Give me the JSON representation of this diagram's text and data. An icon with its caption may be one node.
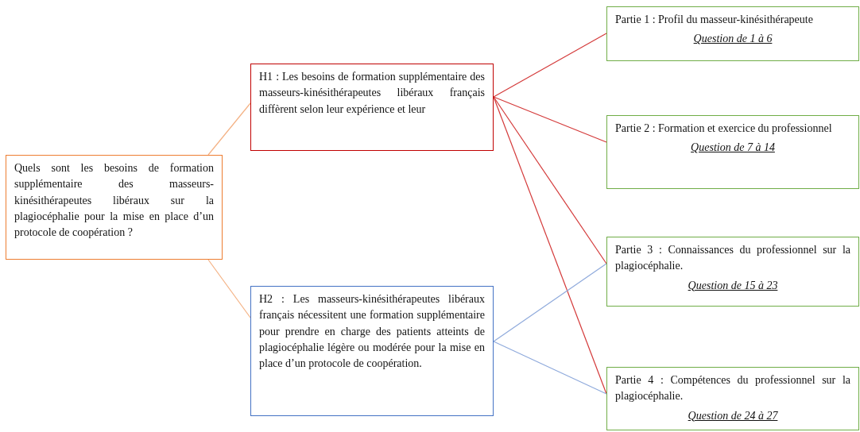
{
  "diagram": {
    "nodes": [
      {
        "text": [
          "Quels sont les besoins de formation supplémentaire des masseurs-kinésithérapeutes libéraux sur la plagiocéphalie pour la mise en place d’un protocole de coopération ?"
        ]
      },
      {
        "text": [
          "H1 : Les besoins de formation supplémentaire des masseurs-kinésithérapeutes libéraux français diffèrent selon leur expérience et leur"
        ]
      },
      {
        "text": [
          "H2 : Les masseurs-kinésithérapeutes libéraux français nécessitent une formation supplémentaire pour prendre en charge des patients atteints de plagiocéphalie légère ou modérée pour la mise en place d’un protocole de coopération."
        ]
      },
      {
        "text": [
          "Partie 1 : Profil du masseur-kinésithérapeute",
          "Question de 1 à 6"
        ]
      },
      {
        "text": [
          "Partie 2 : Formation et exercice du professionnel",
          "Question de 7 à 14"
        ]
      },
      {
        "text": [
          "Partie 3 : Connaissances du professionnel sur la plagiocéphalie.",
          "Question de 15 à 23"
        ]
      },
      {
        "text": [
          "Partie 4 : Compétences du professionnel sur la plagiocéphalie.",
          "Question de 24 à 27"
        ]
      }
    ],
    "edges": [
      {
        "from": 0,
        "to": 1,
        "arrow": "none",
        "color": "#f4b183"
      },
      {
        "from": 0,
        "to": 2,
        "arrow": "none",
        "color": "#f4b183"
      },
      {
        "from": 1,
        "to": 3,
        "arrow": "none",
        "color": "#d43a3a"
      },
      {
        "from": 1,
        "to": 4,
        "arrow": "none",
        "color": "#d43a3a"
      },
      {
        "from": 1,
        "to": 5,
        "arrow": "none",
        "color": "#d43a3a"
      },
      {
        "from": 1,
        "to": 6,
        "arrow": "none",
        "color": "#d43a3a"
      },
      {
        "from": 2,
        "to": 5,
        "arrow": "none",
        "color": "#8faadc"
      },
      {
        "from": 2,
        "to": 6,
        "arrow": "none",
        "color": "#8faadc"
      }
    ]
  }
}
